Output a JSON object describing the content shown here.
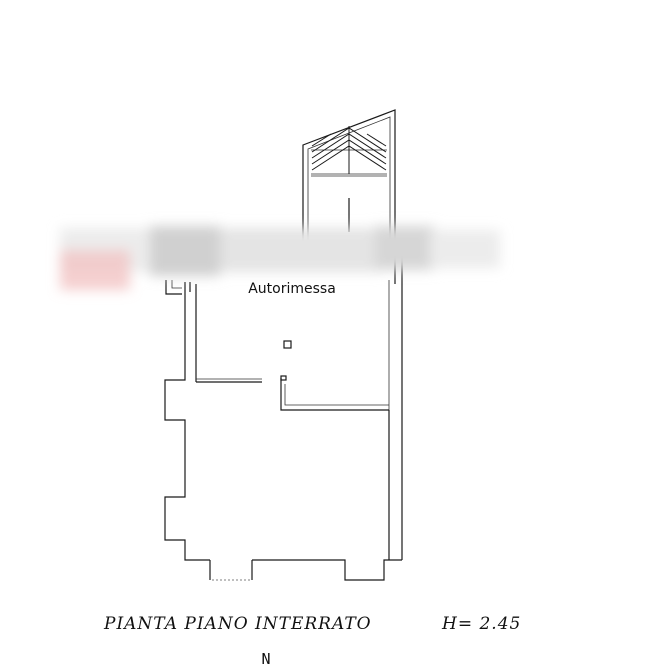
{
  "rooms": {
    "garage_label": "Autorimessa"
  },
  "caption": {
    "plan_title": "PIANTA PIANO INTERRATO",
    "height_label": "H= 2.45"
  },
  "north_marker": {
    "letter": "N"
  },
  "colors": {
    "line": "#1a1a1a",
    "watermark_red": "#e8a0a0",
    "watermark_gray": "#cfcfcf"
  }
}
